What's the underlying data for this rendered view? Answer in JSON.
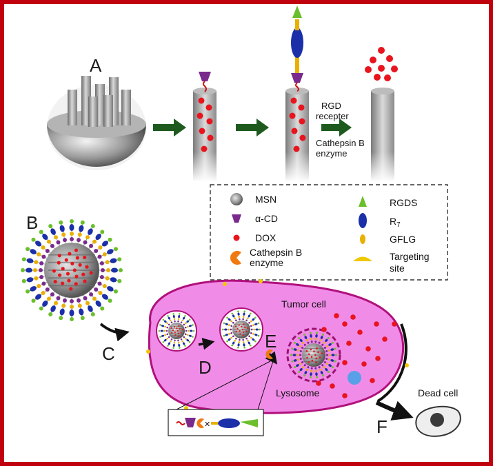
{
  "panels": {
    "a": "A",
    "b": "B",
    "c": "C",
    "d": "D",
    "e": "E",
    "f": "F"
  },
  "arrow_labels": {
    "rgd_line1": "RGD",
    "rgd_line2": "recepter",
    "cat_line1": "Cathepsin B",
    "cat_line2": "enzyme"
  },
  "legend": {
    "msn": "MSN",
    "acd": "α-CD",
    "dox": "DOX",
    "cat_line1": "Cathepsin B",
    "cat_line2": "enzyme",
    "rgds": "RGDS",
    "r7_base": "R",
    "r7_sub": "7",
    "gflg": "GFLG",
    "target_line1": "Targeting",
    "target_line2": "site"
  },
  "cell_labels": {
    "tumor": "Tumor cell",
    "lysosome": "Lysosome",
    "dead": "Dead cell"
  },
  "colors": {
    "frame": "#c0000e",
    "arrow_green": "#1e5a1e",
    "dox_red": "#e8141e",
    "cell_fill": "#f08ce8",
    "cell_border": "#b0107c",
    "acd_purple": "#7a2a8c",
    "r7_blue": "#1a2fa8",
    "gflg_yellow": "#e8b000",
    "rgds_green": "#6bbf2a",
    "cathepsin_orange": "#f07a10"
  }
}
